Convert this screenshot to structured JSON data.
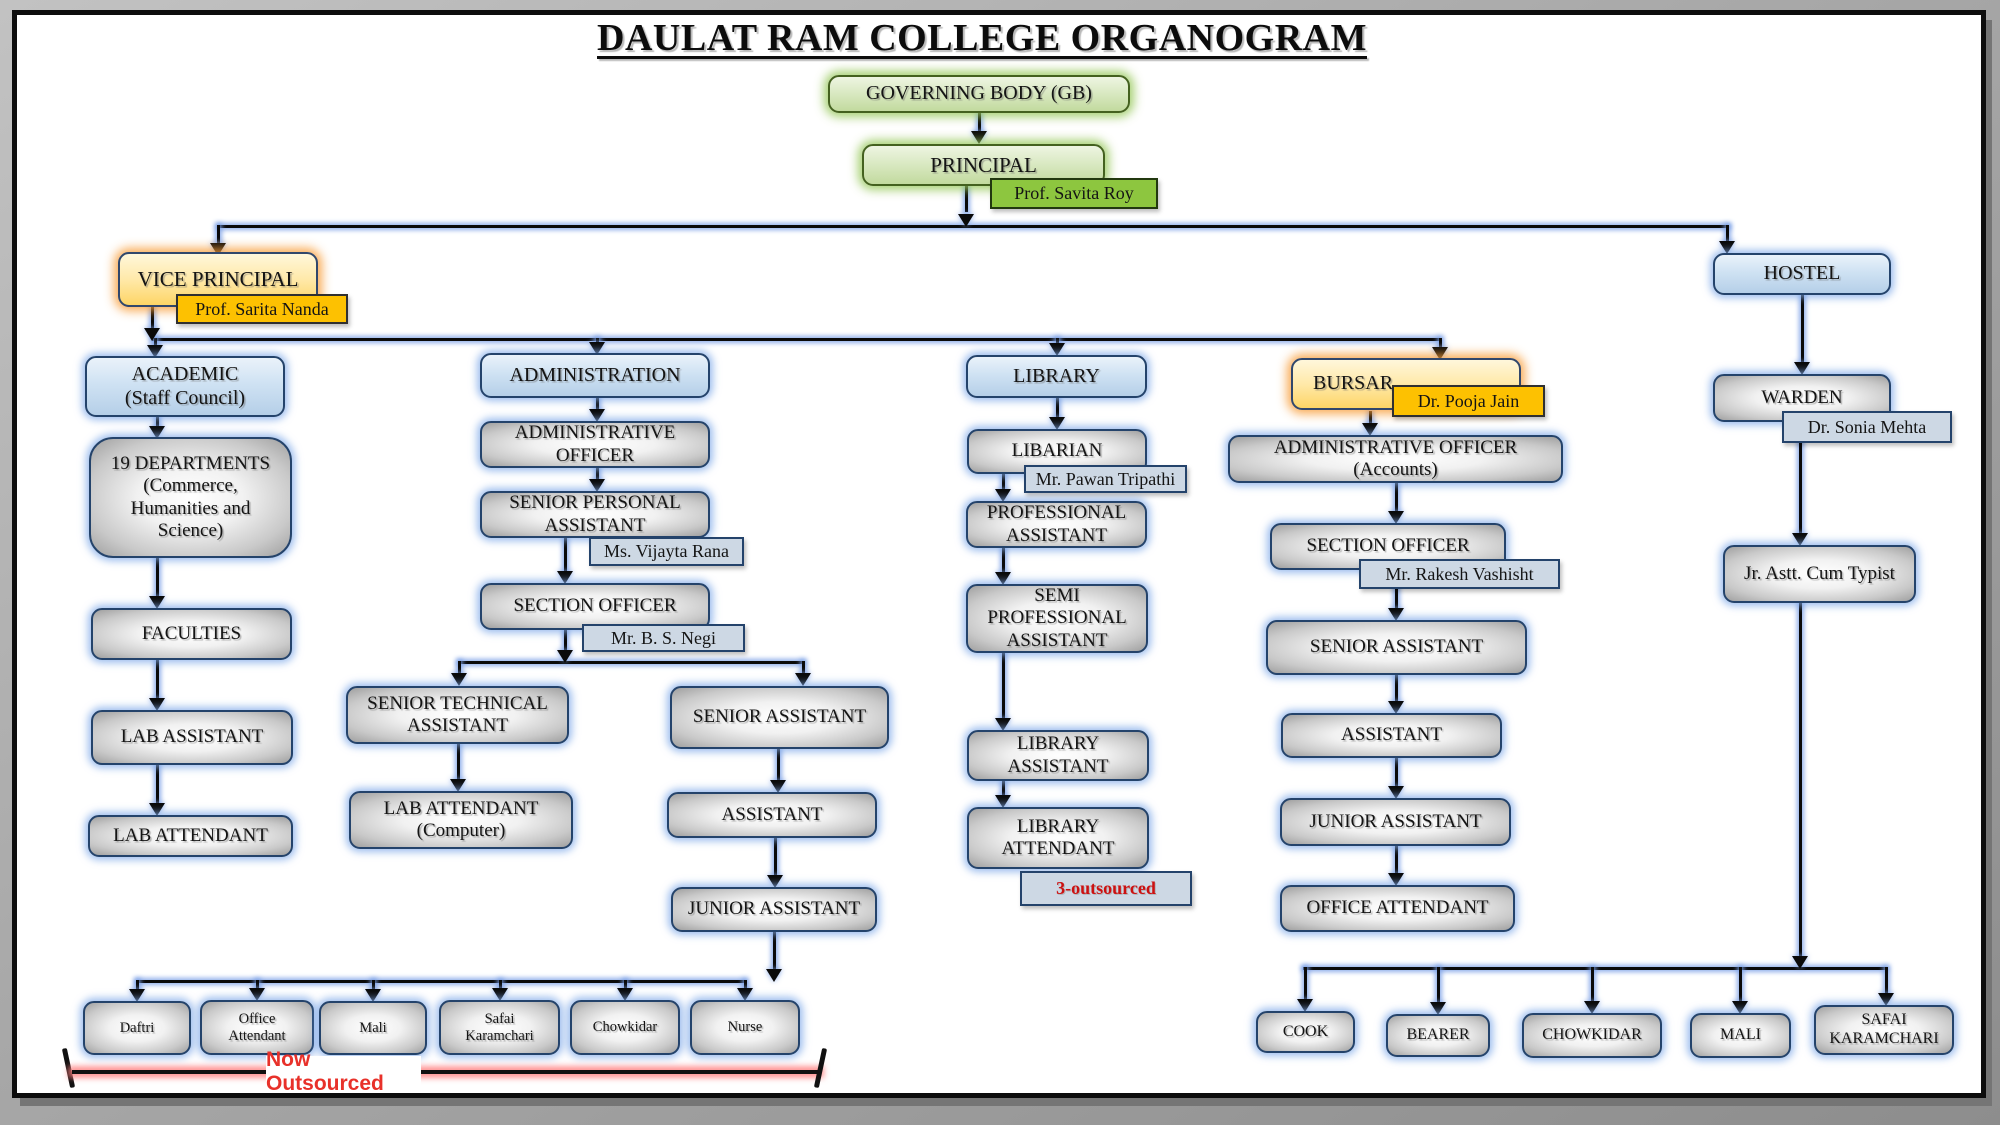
{
  "title": "DAULAT RAM COLLEGE ORGANOGRAM",
  "nodes": {
    "governing_body": "GOVERNING BODY (GB)",
    "principal": "PRINCIPAL",
    "principal_name": "Prof. Savita Roy",
    "vice_principal": "VICE PRINCIPAL",
    "vice_principal_name": "Prof. Sarita Nanda",
    "hostel": "HOSTEL",
    "academic": "ACADEMIC\n(Staff Council)",
    "departments": "19 DEPARTMENTS\n(Commerce,\nHumanities and\nScience)",
    "faculties": "FACULTIES",
    "lab_assistant": "LAB ASSISTANT",
    "lab_attendant": "LAB ATTENDANT",
    "administration": "ADMINISTRATION",
    "administrative_officer": "ADMINISTRATIVE\nOFFICER",
    "senior_personal_assistant": "SENIOR PERSONAL\nASSISTANT",
    "spa_name": "Ms. Vijayta Rana",
    "section_officer": "SECTION OFFICER",
    "section_officer_name": "Mr. B. S. Negi",
    "senior_technical_assistant": "SENIOR TECHNICAL\nASSISTANT",
    "lab_attendant_computer": "LAB ATTENDANT\n(Computer)",
    "senior_assistant": "SENIOR ASSISTANT",
    "assistant": "ASSISTANT",
    "junior_assistant": "JUNIOR ASSISTANT",
    "daftri": "Daftri",
    "office_attendant_o": "Office\nAttendant",
    "mali_o": "Mali",
    "safai_karamchari_o": "Safai\nKaramchari",
    "chowkidar_o": "Chowkidar",
    "nurse": "Nurse",
    "library": "LIBRARY",
    "libarian": "LIBARIAN",
    "libarian_name": "Mr. Pawan Tripathi",
    "professional_assistant": "PROFESSIONAL\nASSISTANT",
    "semi_professional_assistant": "SEMI\nPROFESSIONAL\nASSISTANT",
    "library_assistant": "LIBRARY\nASSISTANT",
    "library_attendant": "LIBRARY\nATTENDANT",
    "library_attendant_note": "3-outsourced",
    "bursar": "BURSAR",
    "bursar_name": "Dr. Pooja Jain",
    "ao_accounts": "ADMINISTRATIVE OFFICER (Accounts)",
    "section_officer_accounts": "SECTION OFFICER",
    "soa_name": "Mr. Rakesh Vashisht",
    "senior_assistant_accounts": "SENIOR ASSISTANT",
    "assistant_accounts": "ASSISTANT",
    "junior_assistant_accounts": "JUNIOR ASSISTANT",
    "office_attendant_accounts": "OFFICE ATTENDANT",
    "warden": "WARDEN",
    "warden_name": "Dr. Sonia Mehta",
    "jr_astt_cum_typist": "Jr. Astt. Cum Typist",
    "cook": "COOK",
    "bearer": "BEARER",
    "chowkidar_h": "CHOWKIDAR",
    "mali_h": "MALI",
    "safai_karamchari_h": "SAFAI\nKARAMCHARI",
    "now_outsourced": "Now Outsourced"
  },
  "colors": {
    "green_box": "#d8e8c0",
    "green_label": "#8dc63f",
    "orange_box": "#ffe9a9",
    "orange_label": "#fdc101",
    "blue_box": "#cfe2f3",
    "gray_box": "#d9d9d9",
    "name_label": "#cdd8e4",
    "connector": "#0a0a0a",
    "connector_glow": "#7aa0e6",
    "red_annotation": "#e8312a"
  }
}
